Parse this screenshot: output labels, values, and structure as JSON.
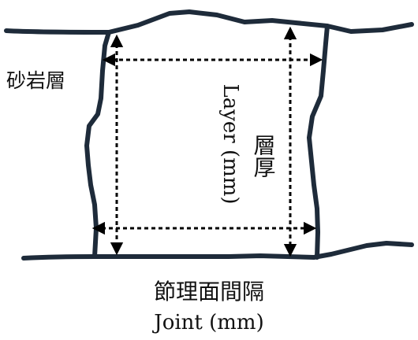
{
  "labels": {
    "rock": "砂岩層",
    "thickness_en": "Layer (mm)",
    "thickness_jp": "層厚",
    "spacing_jp": "節理面間隔",
    "spacing_en": "Joint (mm)"
  },
  "colors": {
    "line": "#1e2b3a",
    "arrow": "#000000",
    "text": "#111111",
    "background": "#ffffff"
  }
}
